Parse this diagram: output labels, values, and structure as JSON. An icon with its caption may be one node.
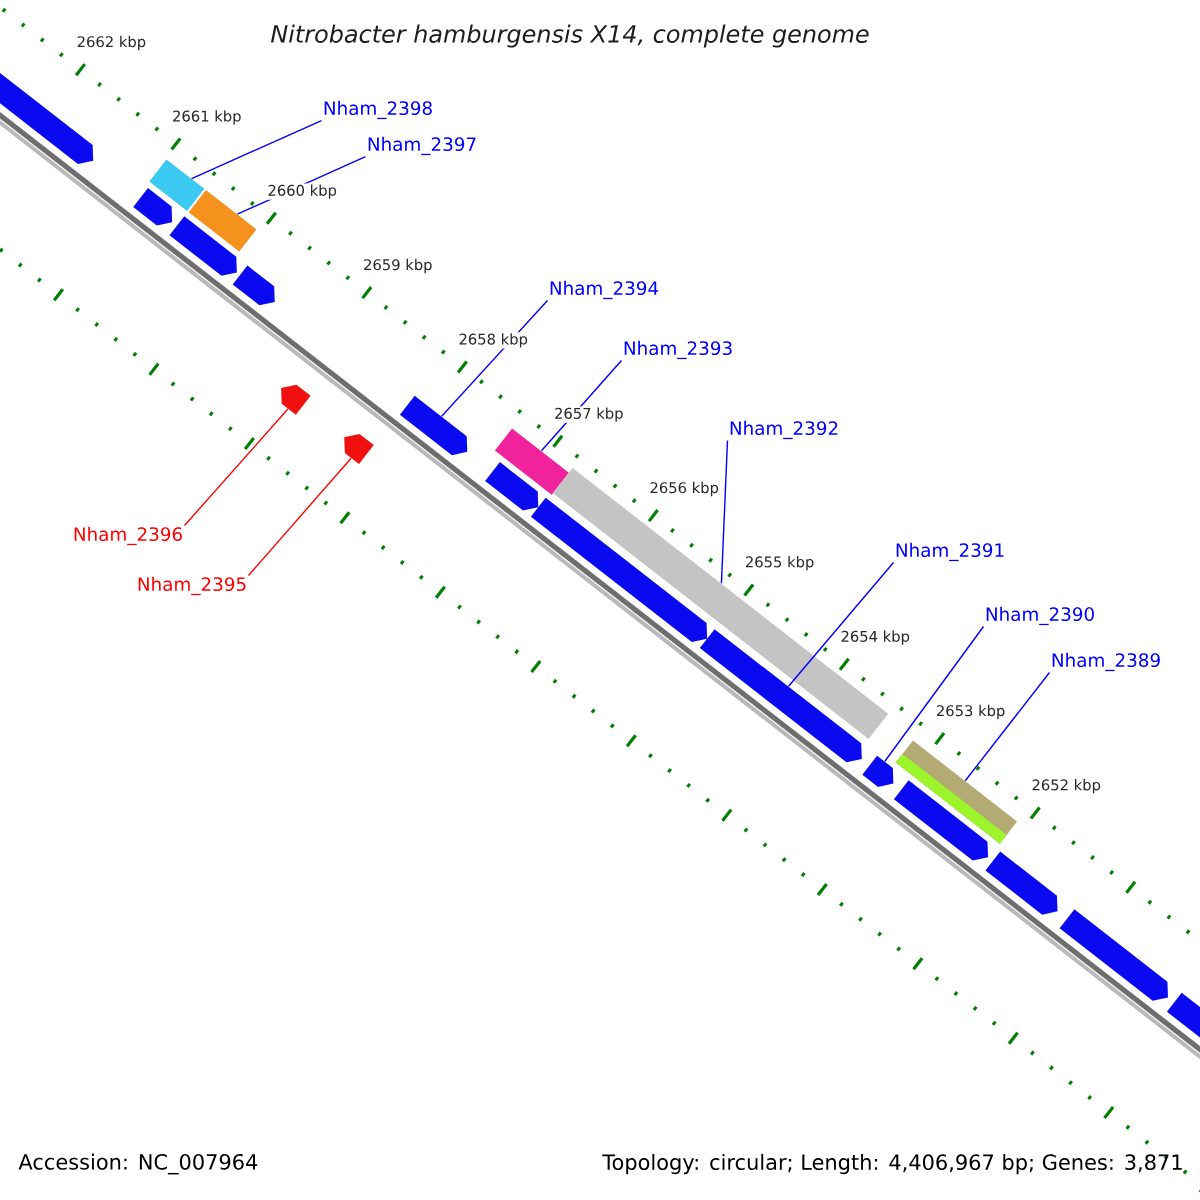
{
  "diagram": {
    "title": "Nitrobacter hamburgensis X14, complete genome",
    "nodes": [
      {
        "text": [
          "Nham_2398"
        ]
      },
      {
        "text": [
          "Nham_2397"
        ]
      },
      {
        "text": [
          "Nham_2394"
        ]
      },
      {
        "text": [
          "Nham_2393"
        ]
      },
      {
        "text": [
          "Nham_2392"
        ]
      },
      {
        "text": [
          "Nham_2391"
        ]
      },
      {
        "text": [
          "Nham_2390"
        ]
      },
      {
        "text": [
          "Nham_2389"
        ]
      },
      {
        "text": [
          "Nham_2396"
        ]
      },
      {
        "text": [
          "Nham_2395"
        ]
      },
      {
        "text": [],
        "shape": "arrow"
      },
      {
        "text": [],
        "shape": "bar"
      },
      {
        "text": [],
        "shape": "arrow"
      },
      {
        "text": [],
        "shape": "bar"
      },
      {
        "text": [],
        "shape": "arrow"
      },
      {
        "text": [],
        "shape": "arrow"
      },
      {
        "text": [],
        "shape": "arrow"
      },
      {
        "text": [],
        "shape": "arrow"
      },
      {
        "text": [],
        "shape": "arrow"
      },
      {
        "text": [],
        "shape": "bar"
      },
      {
        "text": [],
        "shape": "arrow"
      },
      {
        "text": [],
        "shape": "bar"
      },
      {
        "text": [],
        "shape": "arrow"
      },
      {
        "text": [],
        "shape": "arrow"
      },
      {
        "text": [],
        "shape": "arrow"
      },
      {
        "text": [],
        "shape": "bar"
      },
      {
        "text": [],
        "shape": "arrow"
      },
      {
        "text": [],
        "shape": "arrow"
      },
      {
        "text": [],
        "shape": "arrow"
      },
      {
        "text": [],
        "shape": "arrow"
      }
    ],
    "edges": [
      {
        "from": 0,
        "to": 11,
        "arrow": "none"
      },
      {
        "from": 1,
        "to": 13,
        "arrow": "none"
      },
      {
        "from": 2,
        "to": 18,
        "arrow": "none"
      },
      {
        "from": 3,
        "to": 19,
        "arrow": "none"
      },
      {
        "from": 4,
        "to": 21,
        "arrow": "none"
      },
      {
        "from": 5,
        "to": 23,
        "arrow": "none"
      },
      {
        "from": 6,
        "to": 24,
        "arrow": "none"
      },
      {
        "from": 7,
        "to": 25,
        "arrow": "none"
      },
      {
        "from": 8,
        "to": 16,
        "arrow": "none",
        "color": "#ff0000"
      },
      {
        "from": 9,
        "to": 17,
        "arrow": "none",
        "color": "#ff0000"
      }
    ],
    "labels": [
      "2662 kbp",
      "2661 kbp",
      "2660 kbp",
      "2659 kbp",
      "2658 kbp",
      "2657 kbp",
      "2656 kbp",
      "2655 kbp",
      "2654 kbp",
      "2653 kbp",
      "2652 kbp",
      "Accession: NC_007964",
      "Topology: circular; Length: 4,406,967 bp; Genes: 3,871"
    ]
  }
}
